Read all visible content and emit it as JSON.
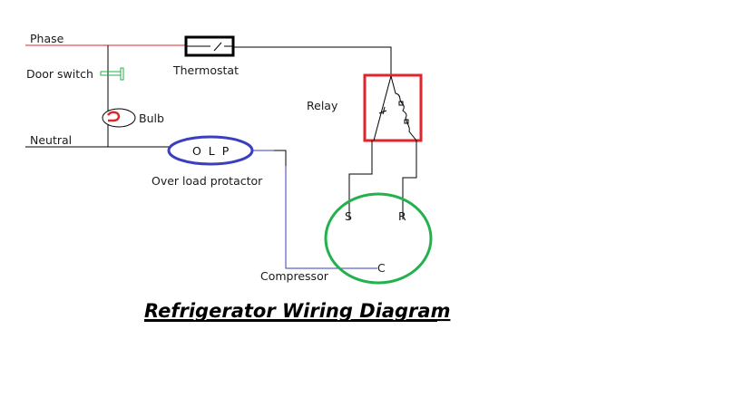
{
  "diagram": {
    "title": "Refrigerator Wiring Diagram",
    "labels": {
      "phase": "Phase",
      "neutral": "Neutral",
      "door_switch": "Door switch",
      "bulb": "Bulb",
      "thermostat": "Thermostat",
      "relay": "Relay",
      "olp_inner": "O L P",
      "olp_caption": "Over load protactor",
      "compressor": "Compressor",
      "terminal_s": "S",
      "terminal_r": "R",
      "terminal_c": "C"
    },
    "colors": {
      "phase_wire": "#e0262b",
      "wire": "#000000",
      "olp_wire": "#3a3fbf",
      "olp_outline": "#3a3fbf",
      "relay_box": "#e0262b",
      "compressor_outline": "#22b14c",
      "door_switch": "#22b14c",
      "bulb_filament": "#e0262b"
    }
  }
}
